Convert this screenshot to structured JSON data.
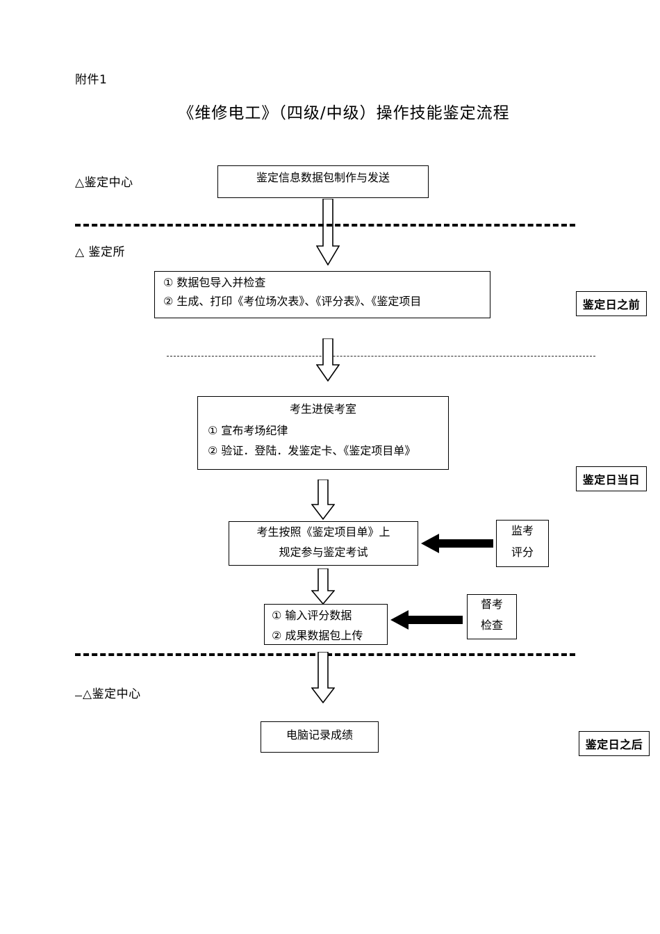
{
  "document": {
    "attachment_label": "附件1",
    "title": "《维修电工》（四级/中级）操作技能鉴定流程"
  },
  "lanes": [
    {
      "id": "lane-center-top",
      "label": "△鉴定中心"
    },
    {
      "id": "lane-station",
      "label": "△  鉴定所"
    },
    {
      "id": "lane-center-bottom",
      "label": "△鉴定中心"
    }
  ],
  "boxes": {
    "package_make_send": {
      "lines": [
        "鉴定信息数据包制作与发送"
      ]
    },
    "import_check": {
      "lines": [
        "① 数据包导入并检查",
        "② 生成、打印《考位场次表》、《评分表》、《鉴定项目"
      ]
    },
    "waiting_room": {
      "lines": [
        "考生进侯考室",
        "① 宣布考场纪律",
        "② 验证．登陆．发鉴定卡、《鉴定项目单》"
      ]
    },
    "take_exam": {
      "lines": [
        "考生按照《鉴定项目单》上",
        "规定参与鉴定考试"
      ]
    },
    "input_scores": {
      "lines": [
        "① 输入评分数据",
        "② 成果数据包上传"
      ]
    },
    "computer_record": {
      "lines": [
        "电脑记录成绩"
      ]
    },
    "proctor_score": {
      "lines": [
        "监考",
        "评分"
      ]
    },
    "supervisor_check": {
      "lines": [
        "督考",
        "检查"
      ]
    }
  },
  "phase_badges": [
    {
      "id": "before",
      "label": "鉴定日之前"
    },
    {
      "id": "during",
      "label": "鉴定日当日"
    },
    {
      "id": "after",
      "label": "鉴定日之后"
    }
  ],
  "icons": {
    "flow_arrow": "down-block-arrow-icon",
    "feed_arrow": "left-solid-arrow-icon",
    "lane_marker": "triangle-marker-icon"
  },
  "colors": {
    "ink": "#000000",
    "page": "#ffffff"
  }
}
